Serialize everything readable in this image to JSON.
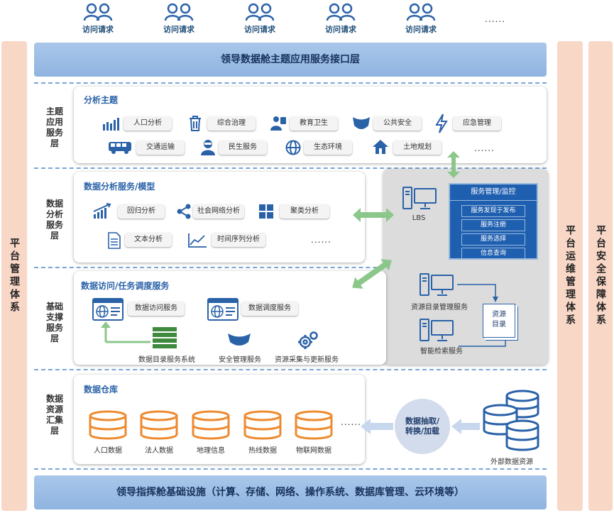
{
  "top": {
    "visitors": [
      "访问请求",
      "访问请求",
      "访问请求",
      "访问请求",
      "访问请求"
    ],
    "ellipsis": "......"
  },
  "interface_bar": "领导数据舱主题应用服务接口层",
  "pillars": {
    "left": "平台管理体系",
    "ops": "平台运维管理体系",
    "security": "平台安全保障体系"
  },
  "layers": {
    "theme": {
      "label": "主题应用服务层",
      "title": "分析主题",
      "items": [
        "人口分析",
        "综合治理",
        "教育卫生",
        "公共安全",
        "应急管理",
        "交通运输",
        "民生服务",
        "生态环境",
        "土地规划"
      ],
      "ellipsis": "......"
    },
    "analysis": {
      "label": "数据分析服务层",
      "title": "数据分析服务/模型",
      "items": [
        "回归分析",
        "社会网络分析",
        "聚类分析",
        "文本分析",
        "时间序列分析"
      ],
      "ellipsis": "......"
    },
    "support": {
      "label": "基础支撑服务层",
      "title": "数据访问/任务调度服务",
      "items": [
        "数据访问服务",
        "数据调度服务"
      ],
      "catalog_system": "数据目录服务系统",
      "security_service": "安全管理服务",
      "collection_service": "资源采集与更新服务"
    },
    "resource": {
      "label": "数据资源汇集层",
      "title": "数据仓库",
      "items": [
        "人口数据",
        "法人数据",
        "地理信息",
        "热线数据",
        "物联网数据"
      ],
      "ellipsis": "......",
      "extract": "数据抽取/转换/加载",
      "external": "外部数据资源"
    }
  },
  "service_panel": {
    "lbs": "LBS",
    "mgmt_title": "服务管理/监控",
    "mgmt_items": [
      "服务发现于发布",
      "服务注册",
      "服务选择",
      "信息查询"
    ],
    "catalog_mgmt": "资源目录管理服务",
    "catalog_doc": "资源目录",
    "smart_search": "智能检索服务"
  },
  "infra_bar": "领导指挥舱基础设施（计算、存储、网络、操作系统、数据库管理、云环境等）",
  "colors": {
    "accent": "#2a62a8",
    "banner": "#a9c7ea",
    "pillar": "#f8d7c7",
    "arrow": "#8bc78b",
    "panel": "#dcdcdc",
    "service_box": "#1f5fb0"
  }
}
